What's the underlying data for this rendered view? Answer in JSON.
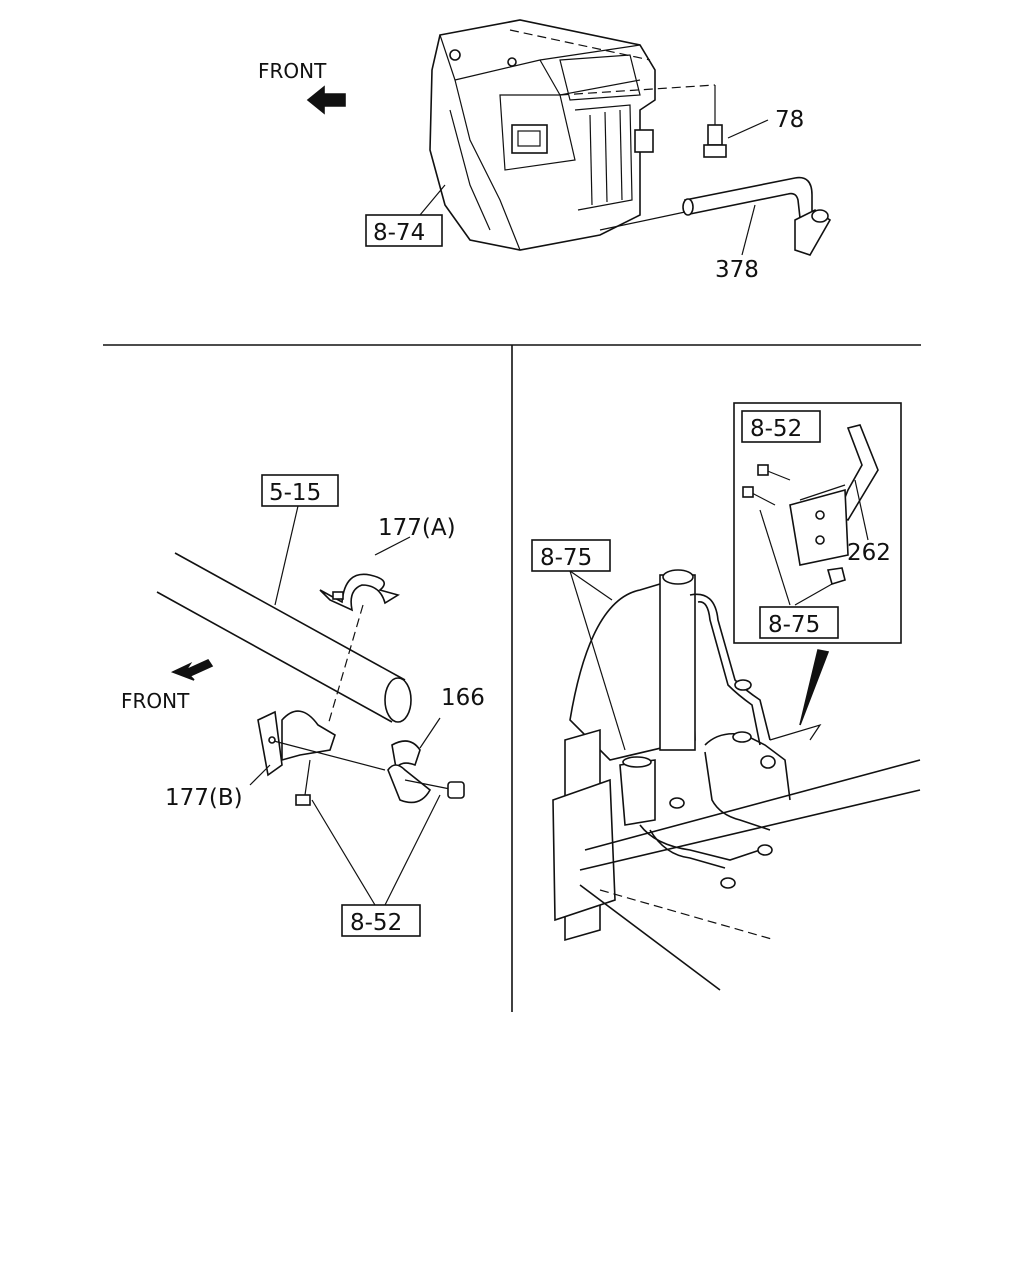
{
  "top_section": {
    "front_label": "FRONT",
    "callouts": {
      "hvac_unit_ref": "8-74",
      "bolt": "78",
      "drain_hose": "378"
    }
  },
  "left_section": {
    "front_label": "FRONT",
    "callouts": {
      "frame_ref": "5-15",
      "clamp_a": "177(A)",
      "bracket_b": "177(B)",
      "clip": "166",
      "fastener_ref": "8-52"
    }
  },
  "right_section": {
    "callouts": {
      "condenser_ref": "8-75",
      "inset_fastener_ref": "8-52",
      "inset_bracket": "262",
      "inset_nut_ref": "8-75"
    }
  },
  "icons": [
    "front-arrow-icon"
  ],
  "colors": {
    "ink": "#111111",
    "paper": "#ffffff"
  }
}
